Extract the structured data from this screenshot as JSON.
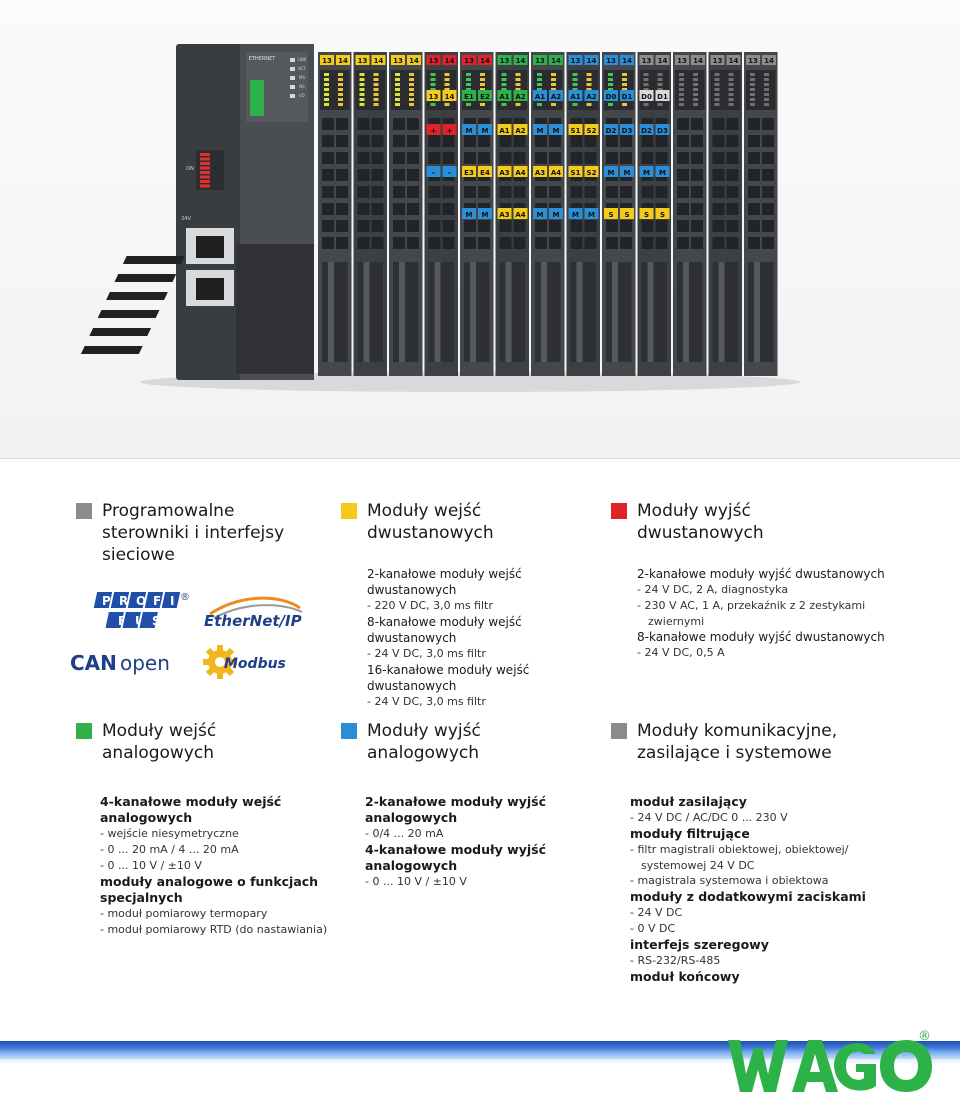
{
  "hero": {
    "module_top_labels": [
      "13",
      "14",
      "13",
      "14",
      "13",
      "14",
      "13",
      "14",
      "13",
      "14",
      "13",
      "14",
      "13",
      "14",
      "13",
      "14",
      "13",
      "14",
      "13",
      "14",
      "13",
      "14",
      "13",
      "14",
      "13",
      "14"
    ],
    "row1_labels": [
      "13",
      "14",
      "E1",
      "E2",
      "A1",
      "A2",
      "A1",
      "A2",
      "A1",
      "A2",
      "D0",
      "D1",
      "D0",
      "D1"
    ],
    "row2_labels": [
      "+",
      "+",
      "M",
      "M",
      "A1",
      "A2",
      "M",
      "M",
      "S1",
      "S2",
      "D2",
      "D3",
      "D2",
      "D3"
    ],
    "row3_labels": [
      "–",
      "–",
      "E3",
      "E4",
      "A3",
      "A4",
      "A3",
      "A4",
      "S1",
      "S2",
      "M",
      "M",
      "M",
      "M"
    ],
    "row4_labels": [
      "M",
      "M",
      "A3",
      "A4",
      "M",
      "M",
      "M",
      "M",
      "S",
      "S",
      "S",
      "S"
    ],
    "controller_text": [
      "ETHERNET",
      "LINK",
      "ACT",
      "MS",
      "NS",
      "I/O",
      "ON",
      "24V"
    ]
  },
  "sections": [
    {
      "id": "controllers",
      "color": "#8c8c8c",
      "title": "Programowalne\nsterowniki i interfejsy\nsieciowe",
      "lines": []
    },
    {
      "id": "digital-inputs",
      "color": "#f2cb1d",
      "title": "Moduły wejść\ndwustanowych",
      "lines": [
        {
          "k": "h2",
          "text": "2-kanałowe moduły wejść dwustanowych"
        },
        {
          "k": "t",
          "text": "- 220 V DC, 3,0 ms filtr"
        },
        {
          "k": "h2",
          "text": "8-kanałowe moduły wejść dwustanowych"
        },
        {
          "k": "t",
          "text": "- 24 V DC, 3,0 ms filtr"
        },
        {
          "k": "h2",
          "text": "16-kanałowe moduły wejść dwustanowych"
        },
        {
          "k": "t",
          "text": "- 24 V DC, 3,0 ms filtr"
        }
      ]
    },
    {
      "id": "digital-outputs",
      "color": "#e0232a",
      "title": "Moduły wyjść\ndwustanowych",
      "lines": [
        {
          "k": "h2",
          "text": "2-kanałowe moduły wyjść dwustanowych"
        },
        {
          "k": "t",
          "text": "- 24 V DC, 2 A, diagnostyka"
        },
        {
          "k": "t",
          "text": "- 230 V AC, 1 A, przekaźnik z 2 zestykami"
        },
        {
          "k": "ti",
          "text": "zwiernymi"
        },
        {
          "k": "h2",
          "text": "8-kanałowe moduły wyjść dwustanowych"
        },
        {
          "k": "t",
          "text": "- 24 V DC, 0,5 A"
        }
      ]
    },
    {
      "id": "analog-inputs",
      "color": "#2db24a",
      "title": "Moduły wejść\nanalogowych",
      "lines": [
        {
          "k": "h",
          "text": "4-kanałowe moduły wejść"
        },
        {
          "k": "h",
          "text": "analogowych"
        },
        {
          "k": "t",
          "text": "- wejście niesymetryczne"
        },
        {
          "k": "t",
          "text": "- 0 ... 20 mA / 4 ... 20 mA"
        },
        {
          "k": "t",
          "text": "- 0 ... 10 V / ±10 V"
        },
        {
          "k": "h",
          "text": "moduły analogowe o funkcjach"
        },
        {
          "k": "h",
          "text": "specjalnych"
        },
        {
          "k": "t",
          "text": "- moduł pomiarowy termopary"
        },
        {
          "k": "t",
          "text": "- moduł pomiarowy RTD (do nastawiania)"
        }
      ]
    },
    {
      "id": "analog-outputs",
      "color": "#2a8fd6",
      "title": "Moduły wyjść\nanalogowych",
      "lines": [
        {
          "k": "h",
          "text": "2-kanałowe moduły wyjść"
        },
        {
          "k": "h",
          "text": "analogowych"
        },
        {
          "k": "t",
          "text": "- 0/4 ... 20 mA"
        },
        {
          "k": "h",
          "text": "4-kanałowe moduły wyjść"
        },
        {
          "k": "h",
          "text": "analogowych"
        },
        {
          "k": "t",
          "text": "- 0 ... 10 V / ±10 V"
        }
      ]
    },
    {
      "id": "communication",
      "color": "#8c8c8c",
      "title": "Moduły komunikacyjne,\nzasilające i systemowe",
      "lines": [
        {
          "k": "h",
          "text": "moduł zasilający"
        },
        {
          "k": "t",
          "text": "- 24 V DC / AC/DC 0 ... 230 V"
        },
        {
          "k": "h",
          "text": "moduły filtrujące"
        },
        {
          "k": "t",
          "text": "- filtr magistrali obiektowej, obiektowej/"
        },
        {
          "k": "ti",
          "text": "systemowej 24 V DC"
        },
        {
          "k": "t",
          "text": "- magistrala systemowa i obiektowa"
        },
        {
          "k": "h",
          "text": "moduły z dodatkowymi zaciskami"
        },
        {
          "k": "t",
          "text": "- 24 V DC"
        },
        {
          "k": "t",
          "text": "- 0 V DC"
        },
        {
          "k": "h",
          "text": "interfejs szeregowy"
        },
        {
          "k": "t",
          "text": "- RS-232/RS-485"
        },
        {
          "k": "h",
          "text": "moduł końcowy"
        }
      ]
    }
  ],
  "logos": {
    "profibus_top": "PROFI",
    "profibus_bottom": "BUS",
    "ethernet_ip": "EtherNet/IP",
    "canopen_can": "CAN",
    "canopen_open": "open",
    "modbus": "Modbus"
  },
  "brand": {
    "name": "WAGO",
    "registered": "®",
    "green": "#2db24a",
    "blue": "#1f4fb0"
  }
}
